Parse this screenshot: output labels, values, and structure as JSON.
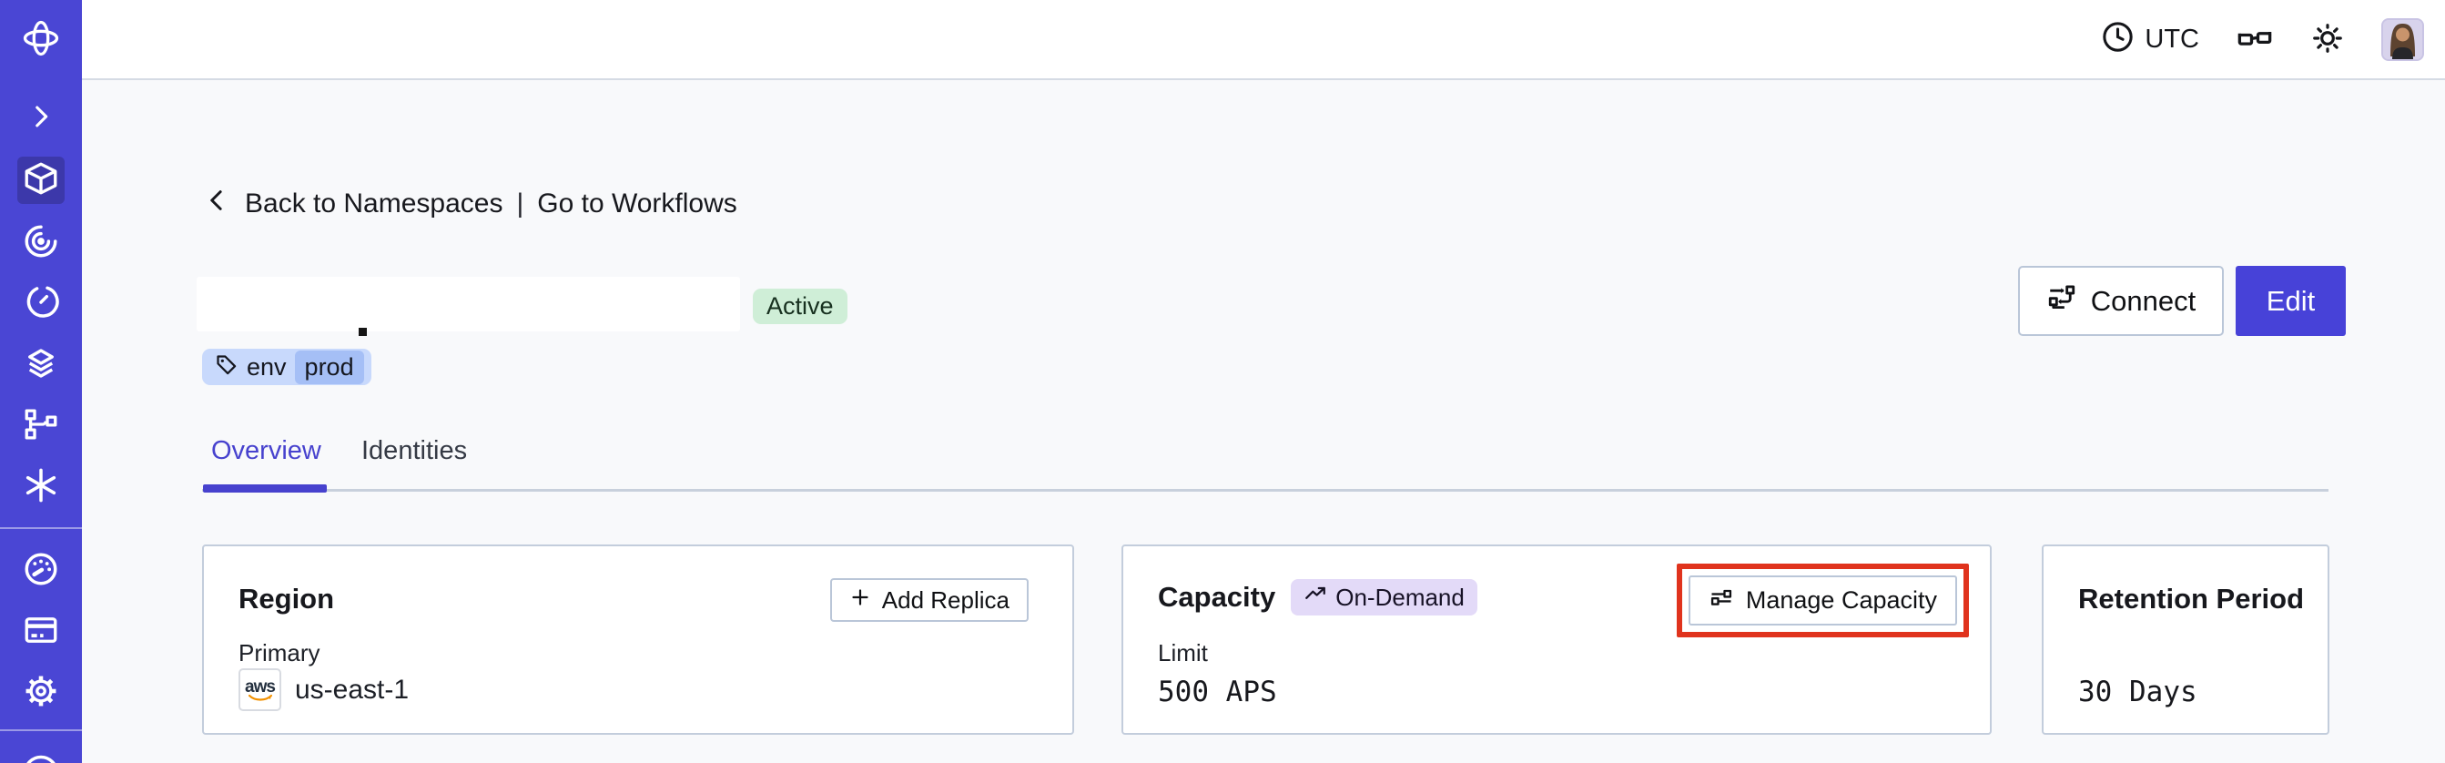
{
  "topbar": {
    "timezone": "UTC"
  },
  "breadcrumb": {
    "back_label": "Back to Namespaces",
    "separator": "|",
    "forward_label": "Go to Workflows"
  },
  "header": {
    "status": "Active",
    "tag_key": "env",
    "tag_value": "prod",
    "connect_label": "Connect",
    "edit_label": "Edit"
  },
  "tabs": [
    {
      "label": "Overview",
      "active": true
    },
    {
      "label": "Identities",
      "active": false
    }
  ],
  "cards": {
    "region": {
      "title": "Region",
      "add_replica_label": "Add Replica",
      "primary_label": "Primary",
      "provider_label": "aws",
      "value": "us-east-1"
    },
    "capacity": {
      "title": "Capacity",
      "badge_label": "On-Demand",
      "manage_label": "Manage Capacity",
      "limit_label": "Limit",
      "limit_value": "500 APS"
    },
    "retention": {
      "title": "Retention Period",
      "value": "30 Days"
    }
  },
  "colors": {
    "sidebar": "#4A46D4",
    "sidebar_active": "#3C38AA",
    "accent": "#4742D8",
    "status_badge_bg": "#cfeed7",
    "tag_bg": "#c8d9fc",
    "tag_value_bg": "#a5bff6",
    "ondemand_badge_bg": "#e3daf8",
    "highlight_red": "#e0331d",
    "content_bg": "#f8f9fb"
  }
}
